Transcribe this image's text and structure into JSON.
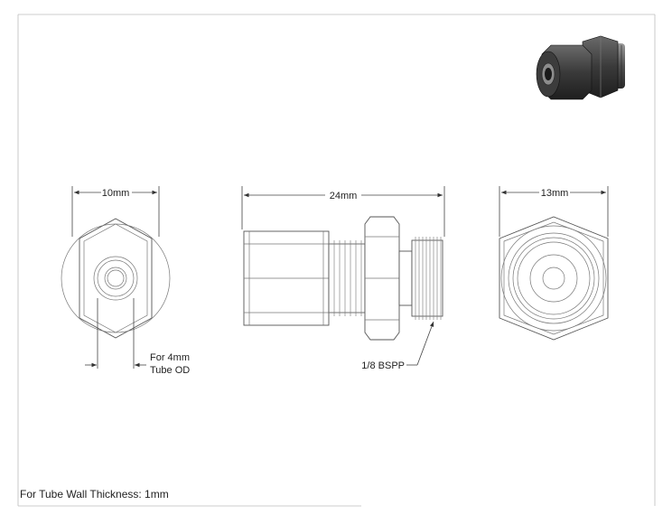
{
  "sheet": {
    "footer_note": "For Tube Wall Thickness: 1mm"
  },
  "left_view": {
    "width_dim": "10mm",
    "tube_note_line1": "For 4mm",
    "tube_note_line2": "Tube OD"
  },
  "side_view": {
    "length_dim": "24mm",
    "thread_callout": "1/8 BSPP"
  },
  "right_view": {
    "width_dim": "13mm"
  },
  "thumbnail": {
    "icon": "fitting-3d-render-icon",
    "colors": {
      "dark": "#2b2b2b",
      "mid": "#4a4a4a",
      "light": "#8a8a8a"
    }
  }
}
